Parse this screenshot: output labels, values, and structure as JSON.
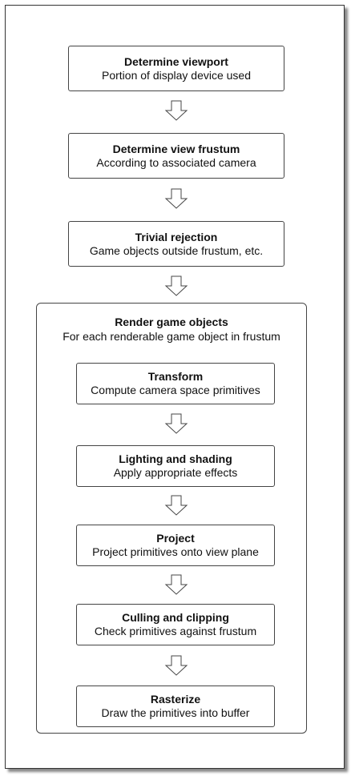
{
  "steps": [
    {
      "title": "Determine viewport",
      "subtitle": "Portion of display device used"
    },
    {
      "title": "Determine view frustum",
      "subtitle": "According to associated camera"
    },
    {
      "title": "Trivial rejection",
      "subtitle": "Game objects outside frustum, etc."
    }
  ],
  "group": {
    "title": "Render game objects",
    "subtitle": "For each renderable game object in frustum",
    "steps": [
      {
        "title": "Transform",
        "subtitle": "Compute camera space primitives"
      },
      {
        "title": "Lighting and shading",
        "subtitle": "Apply appropriate effects"
      },
      {
        "title": "Project",
        "subtitle": "Project primitives onto view plane"
      },
      {
        "title": "Culling and clipping",
        "subtitle": "Check primitives against frustum"
      },
      {
        "title": "Rasterize",
        "subtitle": "Draw the primitives into buffer"
      }
    ]
  }
}
